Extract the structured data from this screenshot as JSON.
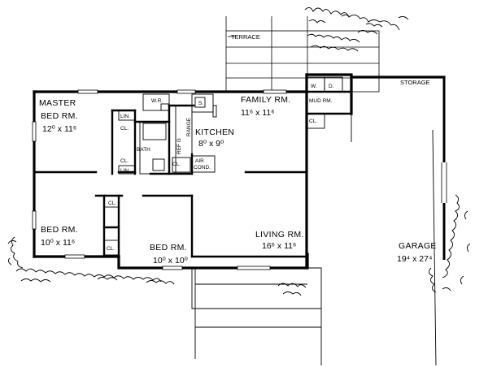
{
  "floor_plan": {
    "terrace": {
      "label": "TERRACE"
    },
    "storage": {
      "label": "STORAGE"
    },
    "master_bed": {
      "name_line1": "MASTER",
      "name_line2": "BED RM.",
      "dims": "12⁰ x 11⁶"
    },
    "family_room": {
      "name": "FAMILY RM.",
      "dims": "11⁶ x 11⁶"
    },
    "kitchen": {
      "name": "KITCHEN",
      "dims": "8⁰ x 9⁰",
      "range": "RANGE",
      "ref": "REF G",
      "sink": "S."
    },
    "wr": {
      "label": "W.R."
    },
    "bath": {
      "label": "BATH"
    },
    "linen_1": {
      "label": "LIN."
    },
    "linen_2": {
      "label": "LIN."
    },
    "closets": [
      "CL.",
      "CL.",
      "CL.",
      "CL.",
      "CL.",
      "CL."
    ],
    "air_cond": {
      "line1": "AIR",
      "line2": "COND."
    },
    "mud_room": {
      "label": "MUD RM.",
      "washer": "W.",
      "dryer": "D."
    },
    "bed_room_1": {
      "name": "BED RM.",
      "dims": "10⁰ x 11⁶"
    },
    "bed_room_2": {
      "name": "BED RM.",
      "dims": "10⁰ x 10⁰"
    },
    "living_room": {
      "name": "LIVING RM.",
      "dims": "16⁶ x 11⁶"
    },
    "garage": {
      "name": "GARAGE",
      "dims": "19⁴ x 27⁴"
    }
  }
}
